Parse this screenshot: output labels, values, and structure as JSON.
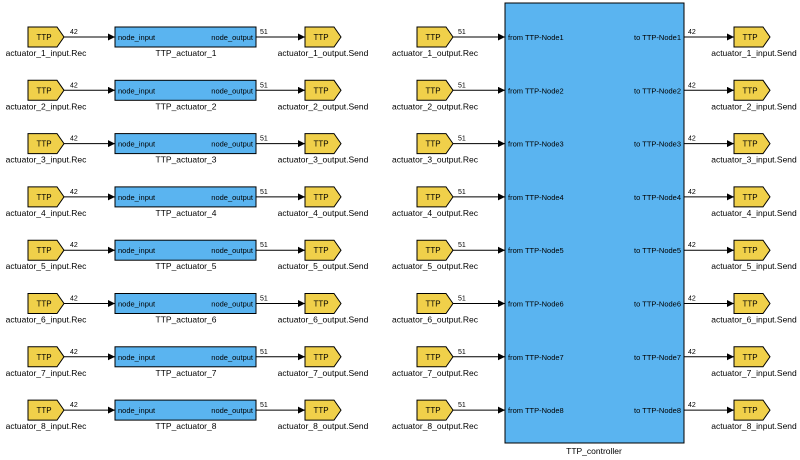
{
  "colors": {
    "tag_fill": "#f0d04a",
    "tag_stroke": "#000000",
    "block_fill": "#5ab4f0",
    "block_stroke": "#000000",
    "wire": "#000000"
  },
  "tag_label": "TTP",
  "left_rows": [
    {
      "in_tag": "actuator_1_input.Rec",
      "in_width": "42",
      "in_port": "node_input",
      "out_port": "node_output",
      "block": "TTP_actuator_1",
      "out_width": "51",
      "out_tag": "actuator_1_output.Send"
    },
    {
      "in_tag": "actuator_2_input.Rec",
      "in_width": "42",
      "in_port": "node_input",
      "out_port": "node_output",
      "block": "TTP_actuator_2",
      "out_width": "51",
      "out_tag": "actuator_2_output.Send"
    },
    {
      "in_tag": "actuator_3_input.Rec",
      "in_width": "42",
      "in_port": "node_input",
      "out_port": "node_output",
      "block": "TTP_actuator_3",
      "out_width": "51",
      "out_tag": "actuator_3_output.Send"
    },
    {
      "in_tag": "actuator_4_input.Rec",
      "in_width": "42",
      "in_port": "node_input",
      "out_port": "node_output",
      "block": "TTP_actuator_4",
      "out_width": "51",
      "out_tag": "actuator_4_output.Send"
    },
    {
      "in_tag": "actuator_5_input.Rec",
      "in_width": "42",
      "in_port": "node_input",
      "out_port": "node_output",
      "block": "TTP_actuator_5",
      "out_width": "51",
      "out_tag": "actuator_5_output.Send"
    },
    {
      "in_tag": "actuator_6_input.Rec",
      "in_width": "42",
      "in_port": "node_input",
      "out_port": "node_output",
      "block": "TTP_actuator_6",
      "out_width": "51",
      "out_tag": "actuator_6_output.Send"
    },
    {
      "in_tag": "actuator_7_input.Rec",
      "in_width": "42",
      "in_port": "node_input",
      "out_port": "node_output",
      "block": "TTP_actuator_7",
      "out_width": "51",
      "out_tag": "actuator_7_output.Send"
    },
    {
      "in_tag": "actuator_8_input.Rec",
      "in_width": "42",
      "in_port": "node_input",
      "out_port": "node_output",
      "block": "TTP_actuator_8",
      "out_width": "51",
      "out_tag": "actuator_8_output.Send"
    }
  ],
  "controller": {
    "name": "TTP_controller",
    "rows": [
      {
        "in_tag": "actuator_1_output.Rec",
        "in_width": "51",
        "in_port": "from TTP-Node1",
        "out_port": "to TTP-Node1",
        "out_width": "42",
        "out_tag": "actuator_1_input.Send"
      },
      {
        "in_tag": "actuator_2_output.Rec",
        "in_width": "51",
        "in_port": "from TTP-Node2",
        "out_port": "to TTP-Node2",
        "out_width": "42",
        "out_tag": "actuator_2_input.Send"
      },
      {
        "in_tag": "actuator_3_output.Rec",
        "in_width": "51",
        "in_port": "from TTP-Node3",
        "out_port": "to TTP-Node3",
        "out_width": "42",
        "out_tag": "actuator_3_input.Send"
      },
      {
        "in_tag": "actuator_4_output.Rec",
        "in_width": "51",
        "in_port": "from TTP-Node4",
        "out_port": "to TTP-Node4",
        "out_width": "42",
        "out_tag": "actuator_4_input.Send"
      },
      {
        "in_tag": "actuator_5_output.Rec",
        "in_width": "51",
        "in_port": "from TTP-Node5",
        "out_port": "to TTP-Node5",
        "out_width": "42",
        "out_tag": "actuator_5_input.Send"
      },
      {
        "in_tag": "actuator_6_output.Rec",
        "in_width": "51",
        "in_port": "from TTP-Node6",
        "out_port": "to TTP-Node6",
        "out_width": "42",
        "out_tag": "actuator_6_input.Send"
      },
      {
        "in_tag": "actuator_7_output.Rec",
        "in_width": "51",
        "in_port": "from TTP-Node7",
        "out_port": "to TTP-Node7",
        "out_width": "42",
        "out_tag": "actuator_7_input.Send"
      },
      {
        "in_tag": "actuator_8_output.Rec",
        "in_width": "51",
        "in_port": "from TTP-Node8",
        "out_port": "to TTP-Node8",
        "out_width": "42",
        "out_tag": "actuator_8_input.Send"
      }
    ]
  }
}
